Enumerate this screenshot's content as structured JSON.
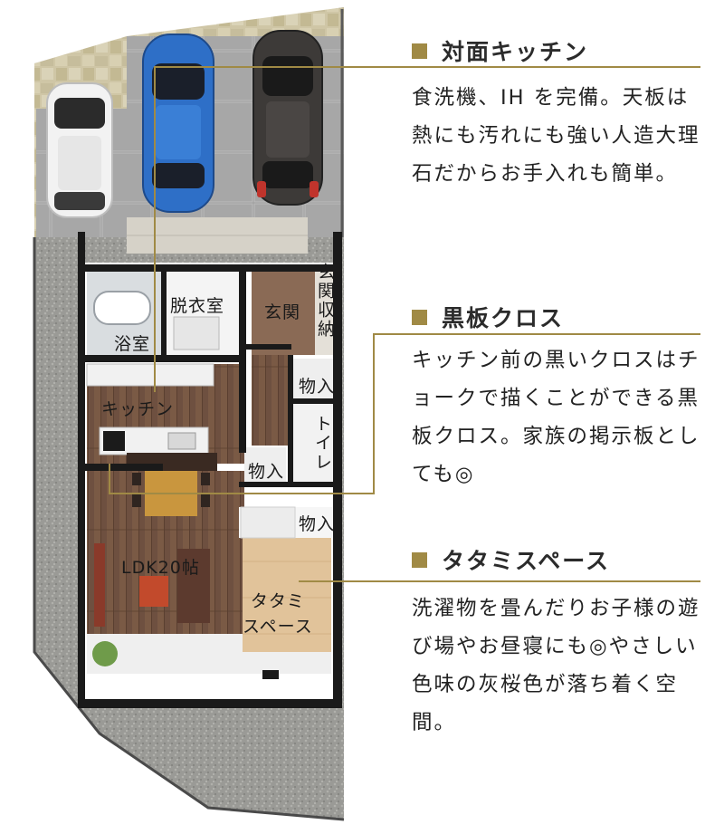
{
  "colors": {
    "accent": "#a08a45",
    "heading": "#2b2b2b",
    "body_text": "#222222"
  },
  "floor_plan": {
    "rooms": {
      "bath": "浴室",
      "dressing": "脱衣室",
      "entrance": "玄関",
      "entrance_storage": "玄関収納",
      "storage_upper": "物入",
      "storage_lower": "物入",
      "storage_stairs": "物入",
      "toilet": "トイレ",
      "kitchen": "キッチン",
      "ldk": "LDK20帖",
      "tatami": "タタミ\nスペース"
    }
  },
  "annotations": [
    {
      "title": "対面キッチン",
      "body": "食洗機、IH を完備。天板は熱にも汚れにも強い人造大理石だからお手入れも簡単。"
    },
    {
      "title": "黒板クロス",
      "body": "キッチン前の黒いクロスはチョークで描くことができる黒板クロス。家族の掲示板としても◎"
    },
    {
      "title": "タタミスペース",
      "body": "洗濯物を畳んだりお子様の遊び場やお昼寝にも◎やさしい色味の灰桜色が落ち着く空間。"
    }
  ]
}
